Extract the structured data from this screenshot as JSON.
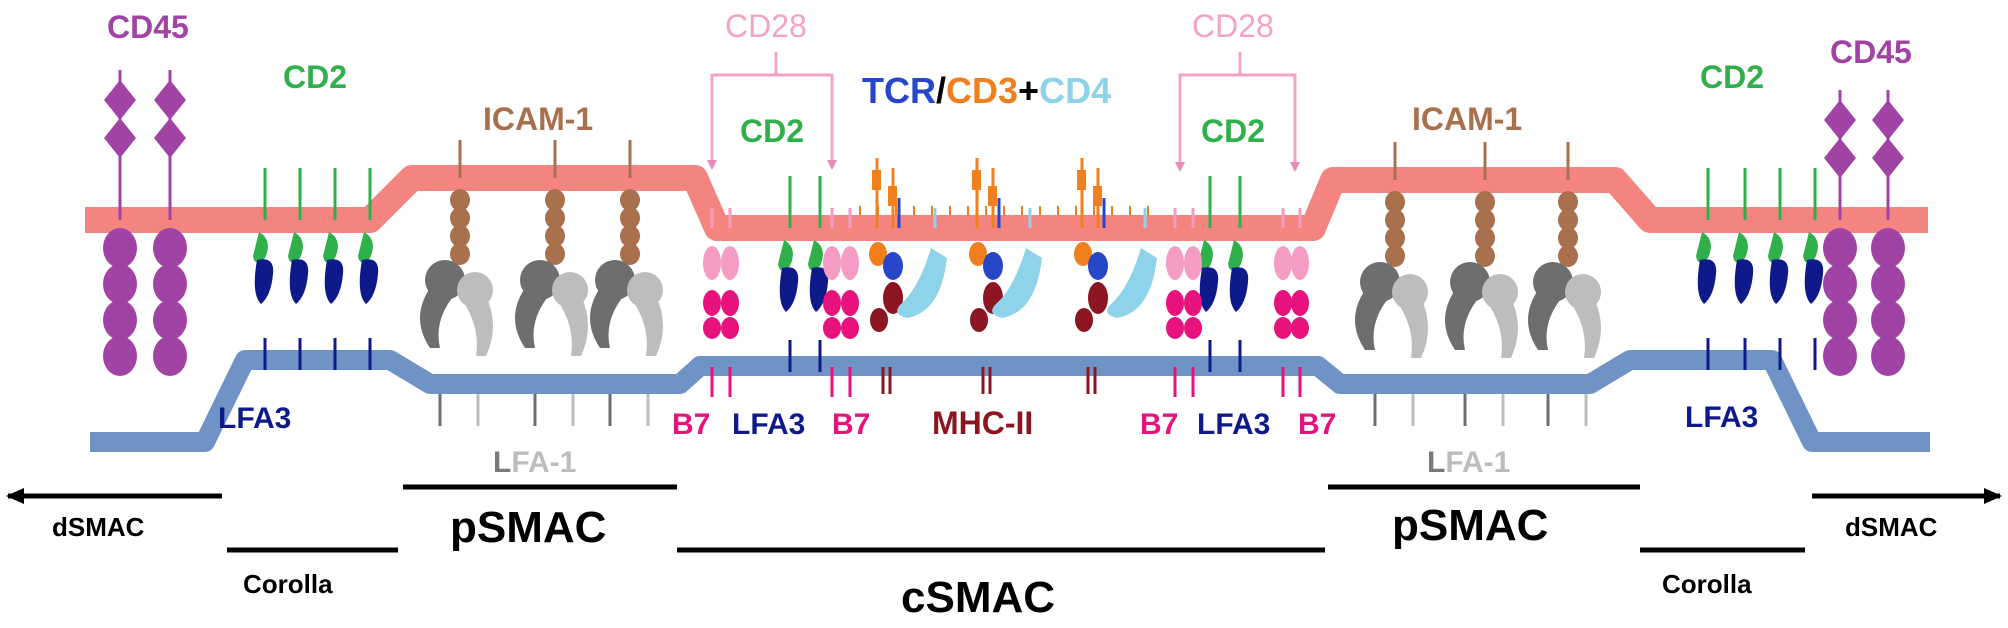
{
  "labels": {
    "cd45": "CD45",
    "cd2": "CD2",
    "icam1": "ICAM-1",
    "cd28": "CD28",
    "tcr": "TCR",
    "slash": "/",
    "cd3": "CD3",
    "plus": "+",
    "cd4": "CD4",
    "lfa3": "LFA3",
    "lfa1_a": "L",
    "lfa1_b": "FA-1",
    "b7": "B7",
    "mhc2": "MHC-II"
  },
  "zones": {
    "dsmac": "dSMAC",
    "corolla": "Corolla",
    "psmac": "pSMAC",
    "csmac": "cSMAC"
  },
  "colors": {
    "t_cell_membrane": "#f4847f",
    "apc_membrane": "#6f93c4",
    "cd45": "#a043a5",
    "cd2": "#2fb04a",
    "lfa3": "#0e1a8a",
    "icam1": "#a9704d",
    "lfa1_dark": "#6e6e6e",
    "lfa1_light": "#bdbdbd",
    "cd28": "#f59cc4",
    "b7": "#e8127c",
    "tcr": "#2746c8",
    "cd3": "#f07f1e",
    "cd4": "#8fd3ea",
    "mhc2": "#8b1520",
    "black": "#000000"
  }
}
